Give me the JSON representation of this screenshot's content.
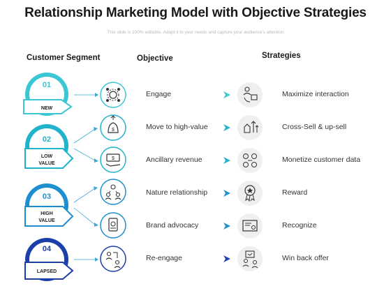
{
  "title": "Relationship Marketing Model with Objective Strategies",
  "subtitle": "This slide is 100% editable. Adapt it to your needs and capture your audience's attention",
  "headers": {
    "segment": "Customer Segment",
    "objective": "Objective",
    "strategies": "Strategies"
  },
  "segments": [
    {
      "number": "01",
      "label": "NEW",
      "color": "#3cc7d4"
    },
    {
      "number": "02",
      "label_line1": "LOW",
      "label_line2": "VALUE",
      "color": "#22b3cc"
    },
    {
      "number": "03",
      "label_line1": "HIGH",
      "label_line2": "VALUE",
      "color": "#1d8fd0"
    },
    {
      "number": "04",
      "label": "LAPSED",
      "color": "#1c3faa"
    }
  ],
  "objectives": [
    {
      "label": "Engage",
      "icon": "gear-network-icon"
    },
    {
      "label": "Move to high-value",
      "icon": "money-bag-up-icon"
    },
    {
      "label": "Ancillary revenue",
      "icon": "money-hand-icon"
    },
    {
      "label": "Nature relationship",
      "icon": "people-network-icon"
    },
    {
      "label": "Brand advocacy",
      "icon": "brand-badge-icon"
    },
    {
      "label": "Re-engage",
      "icon": "re-engage-people-icon"
    }
  ],
  "strategies": [
    {
      "label": "Maximize interaction",
      "icon": "interaction-icon"
    },
    {
      "label": "Cross-Sell & up-sell",
      "icon": "upsell-icon"
    },
    {
      "label": "Monetize customer data",
      "icon": "data-money-icon"
    },
    {
      "label": "Reward",
      "icon": "award-ribbon-icon"
    },
    {
      "label": "Recognize",
      "icon": "certificate-icon"
    },
    {
      "label": "Win back offer",
      "icon": "win-back-icon"
    }
  ],
  "colors": {
    "teal": "#3cc7d4",
    "blue": "#1d8fd0",
    "navy": "#1c3faa",
    "connector": "#3aa9d8",
    "icon_circle": "#efefef"
  }
}
